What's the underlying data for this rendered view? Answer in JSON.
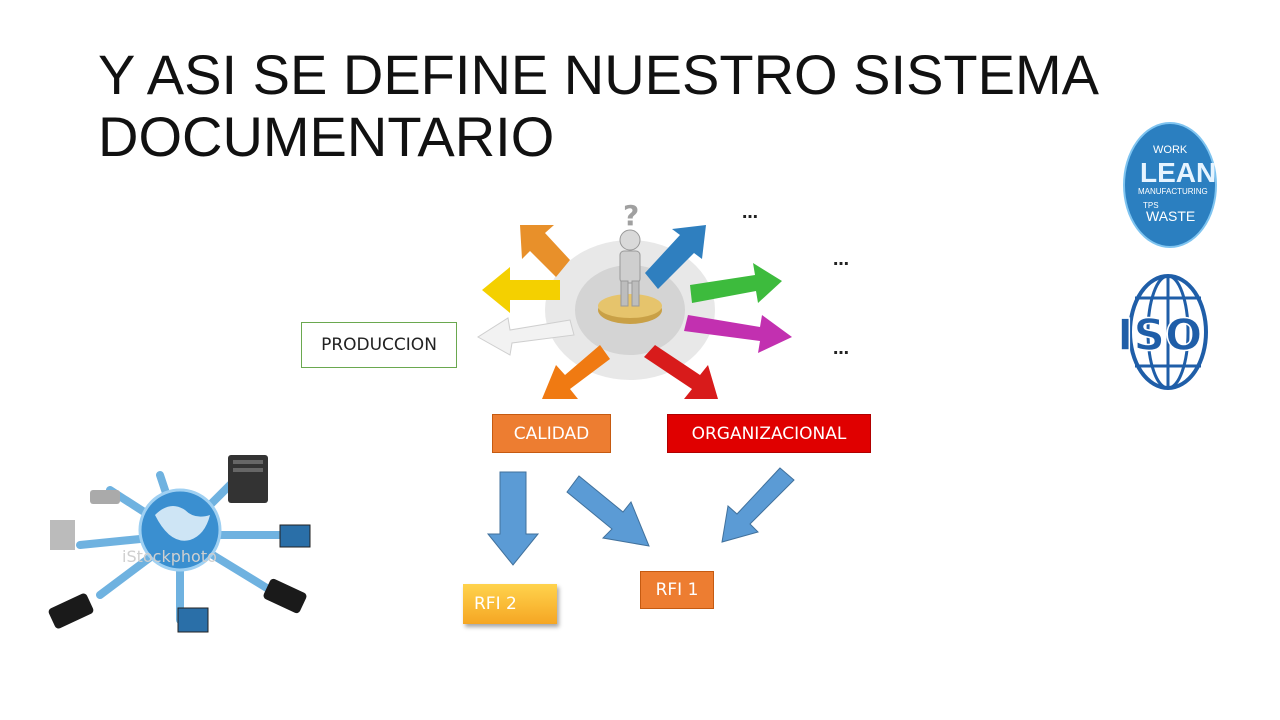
{
  "slide": {
    "title_line1": "Y ASI SE DEFINE NUESTRO SISTEMA",
    "title_line2": "DOCUMENTARIO"
  },
  "boxes": {
    "produccion": "PRODUCCION",
    "calidad": "CALIDAD",
    "organizacional": "ORGANIZACIONAL",
    "rfi1": "RFI 1",
    "rfi2": "RFI 2"
  },
  "ellipsis": [
    "…",
    "…",
    "…"
  ],
  "images": {
    "wheel": "person-with-question-mark-arrows-illustration",
    "network": "network-globe-devices-illustration",
    "lean": "lean-manufacturing-word-cloud-logo",
    "iso": "iso-globe-logo"
  },
  "image_text": {
    "lean": [
      "WORK",
      "LEAN",
      "MANUFACTURING",
      "TPS",
      "WASTE"
    ],
    "iso": "ISO",
    "network_watermark": "iStockphoto"
  },
  "colors": {
    "calidad": "#ed7d31",
    "organizacional": "#e00000",
    "rfi": "#ed7d31",
    "arrow_blue": "#5b9bd5",
    "iso_blue": "#1f5ea8"
  }
}
